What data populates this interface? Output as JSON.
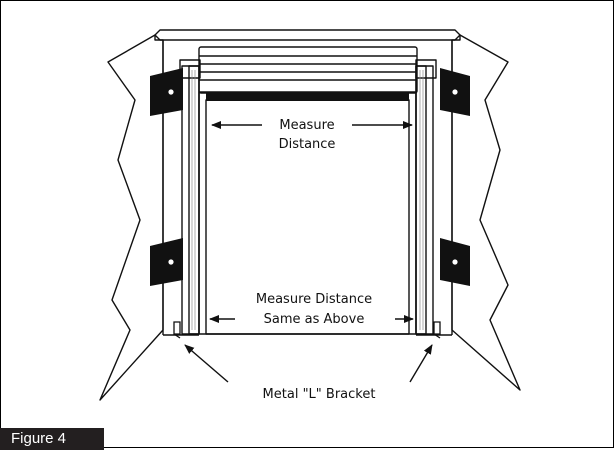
{
  "labels": {
    "measure_top_line1": "Measure",
    "measure_top_line2": "Distance",
    "measure_bottom_line1": "Measure Distance",
    "measure_bottom_line2": "Same as Above",
    "bracket": "Metal \"L\" Bracket"
  },
  "figure_label": "Figure 4",
  "colors": {
    "ink": "#111111",
    "tab_background": "#231f20",
    "tab_text": "#ffffff",
    "hatch": "#888888"
  }
}
